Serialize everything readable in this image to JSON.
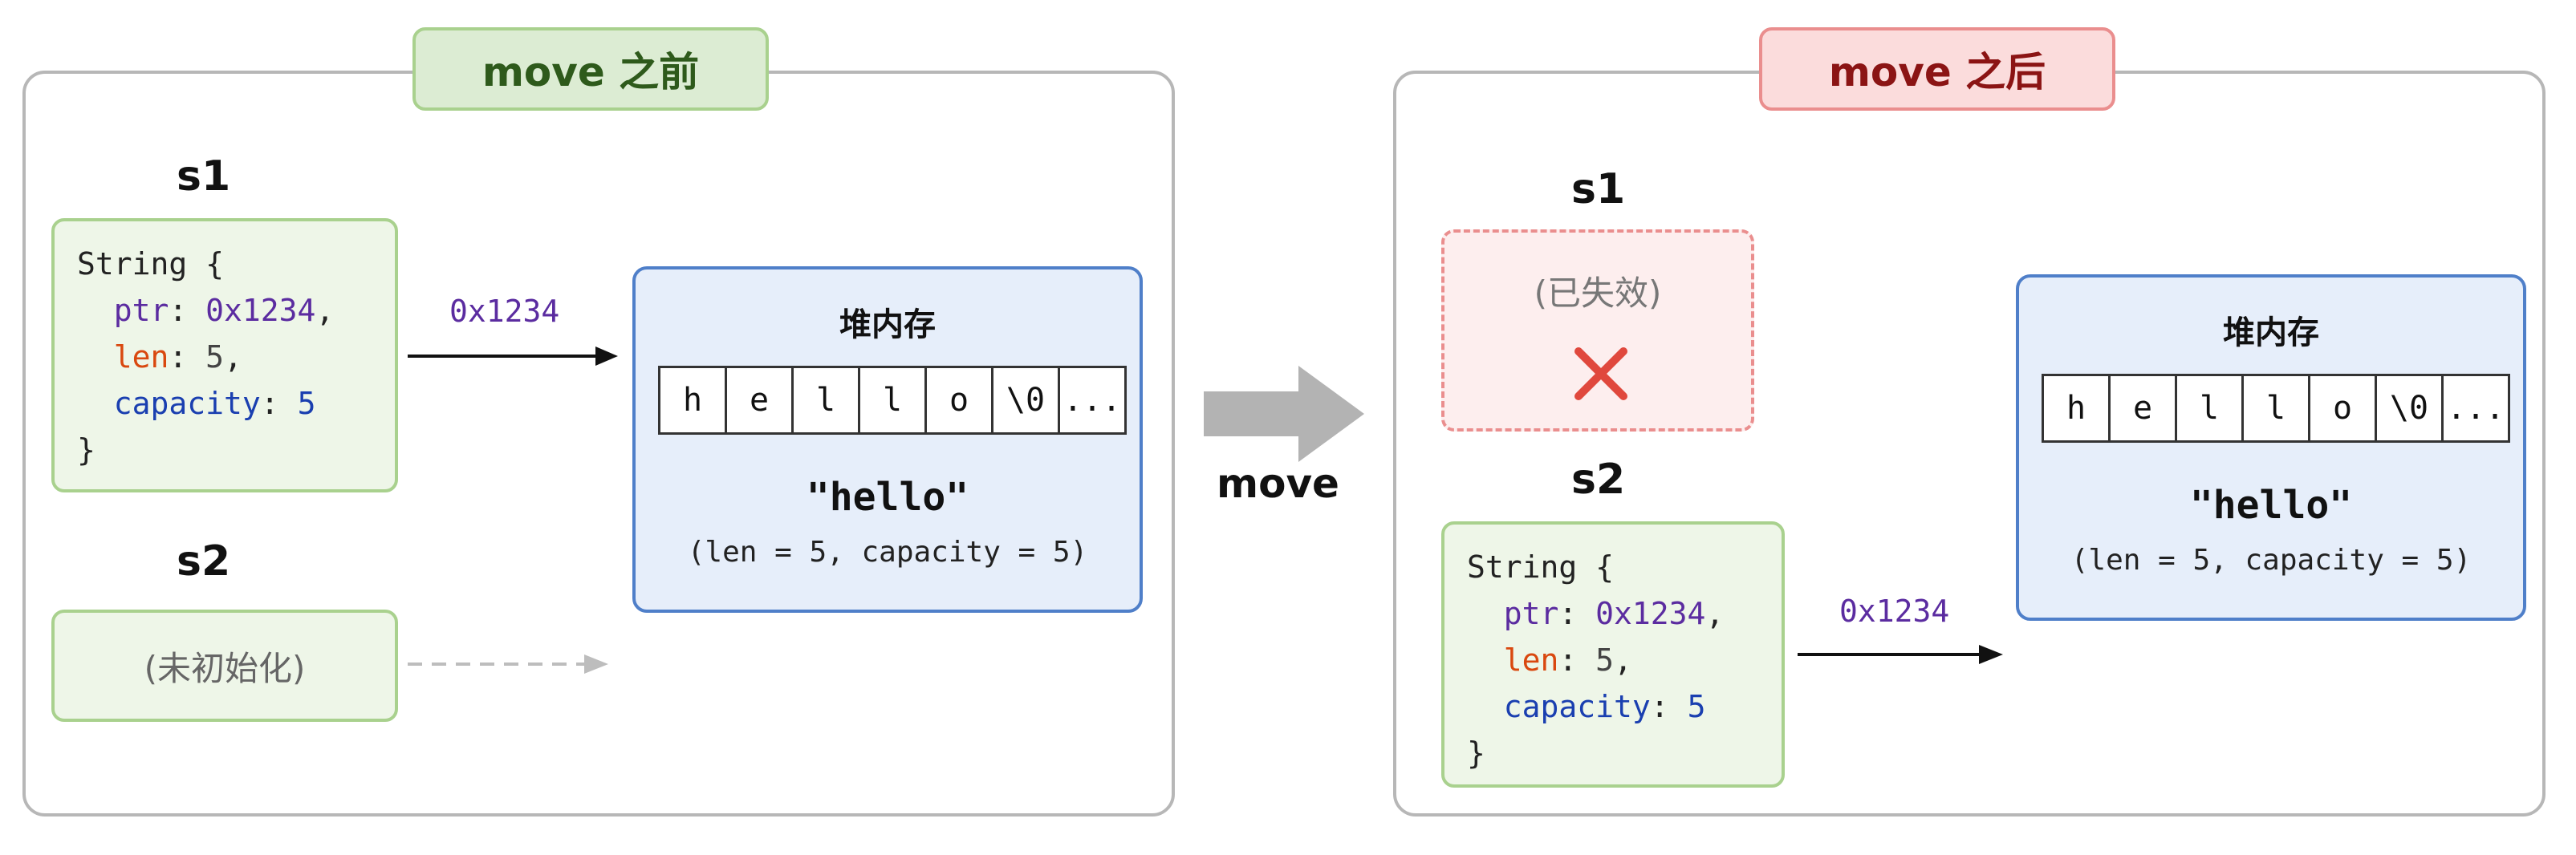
{
  "before": {
    "title": "move 之前",
    "s1_label": "s1",
    "s2_label": "s2",
    "s1_struct": {
      "open": "String {",
      "ptr_key": "ptr",
      "ptr_val": "0x1234",
      "len_key": "len",
      "len_val": "5",
      "cap_key": "capacity",
      "cap_val": "5",
      "close": "}"
    },
    "s2_state": "(未初始化)",
    "pointer_label": "0x1234",
    "heap": {
      "title": "堆内存",
      "cells": [
        "h",
        "e",
        "l",
        "l",
        "o",
        "\\0",
        "..."
      ],
      "string": "\"hello\"",
      "meta": "(len = 5, capacity = 5)"
    }
  },
  "transition": {
    "label": "move"
  },
  "after": {
    "title": "move 之后",
    "s1_label": "s1",
    "s2_label": "s2",
    "s1_state": "(已失效)",
    "s2_struct": {
      "open": "String {",
      "ptr_key": "ptr",
      "ptr_val": "0x1234",
      "len_key": "len",
      "len_val": "5",
      "cap_key": "capacity",
      "cap_val": "5",
      "close": "}"
    },
    "pointer_label": "0x1234",
    "heap": {
      "title": "堆内存",
      "cells": [
        "h",
        "e",
        "l",
        "l",
        "o",
        "\\0",
        "..."
      ],
      "string": "\"hello\"",
      "meta": "(len = 5, capacity = 5)"
    }
  },
  "colors": {
    "green_border": "#a9d18e",
    "red_border": "#ea8e8e",
    "blue_border": "#4f7fc9",
    "ptr_color": "#5b2ca0",
    "len_color": "#d9480f",
    "cap_color": "#1a3fb0"
  }
}
